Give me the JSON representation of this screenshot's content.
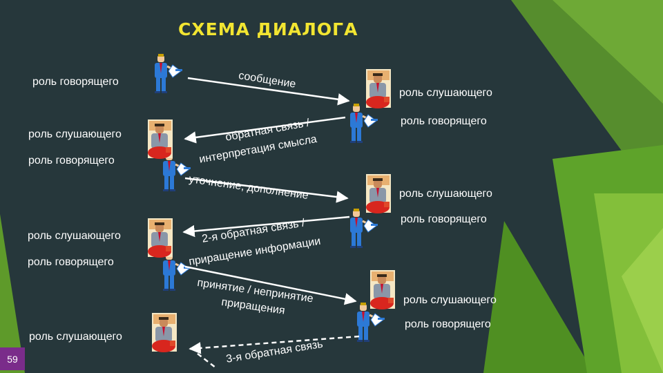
{
  "slide": {
    "title": "СХЕМА ДИАЛОГА",
    "page_number": "59"
  },
  "roles": {
    "speaker": "роль говорящего",
    "listener": "роль слушающего"
  },
  "messages": {
    "m1": "сообщение",
    "m2_line1": "обратная связь /",
    "m2_line2": "интерпретация смысла",
    "m3": "уточнение, дополнение",
    "m4_line1": "2-я обратная связь /",
    "m4_line2": "приращение информации",
    "m5_line1": "принятие / непринятие",
    "m5_line2": "приращения",
    "m6": "3-я обратная связь"
  },
  "colors": {
    "background": "#26373b",
    "title": "#f2e531",
    "text": "#ffffff",
    "accent_green": "#6aa82a",
    "page_badge": "#7a2c8a"
  }
}
